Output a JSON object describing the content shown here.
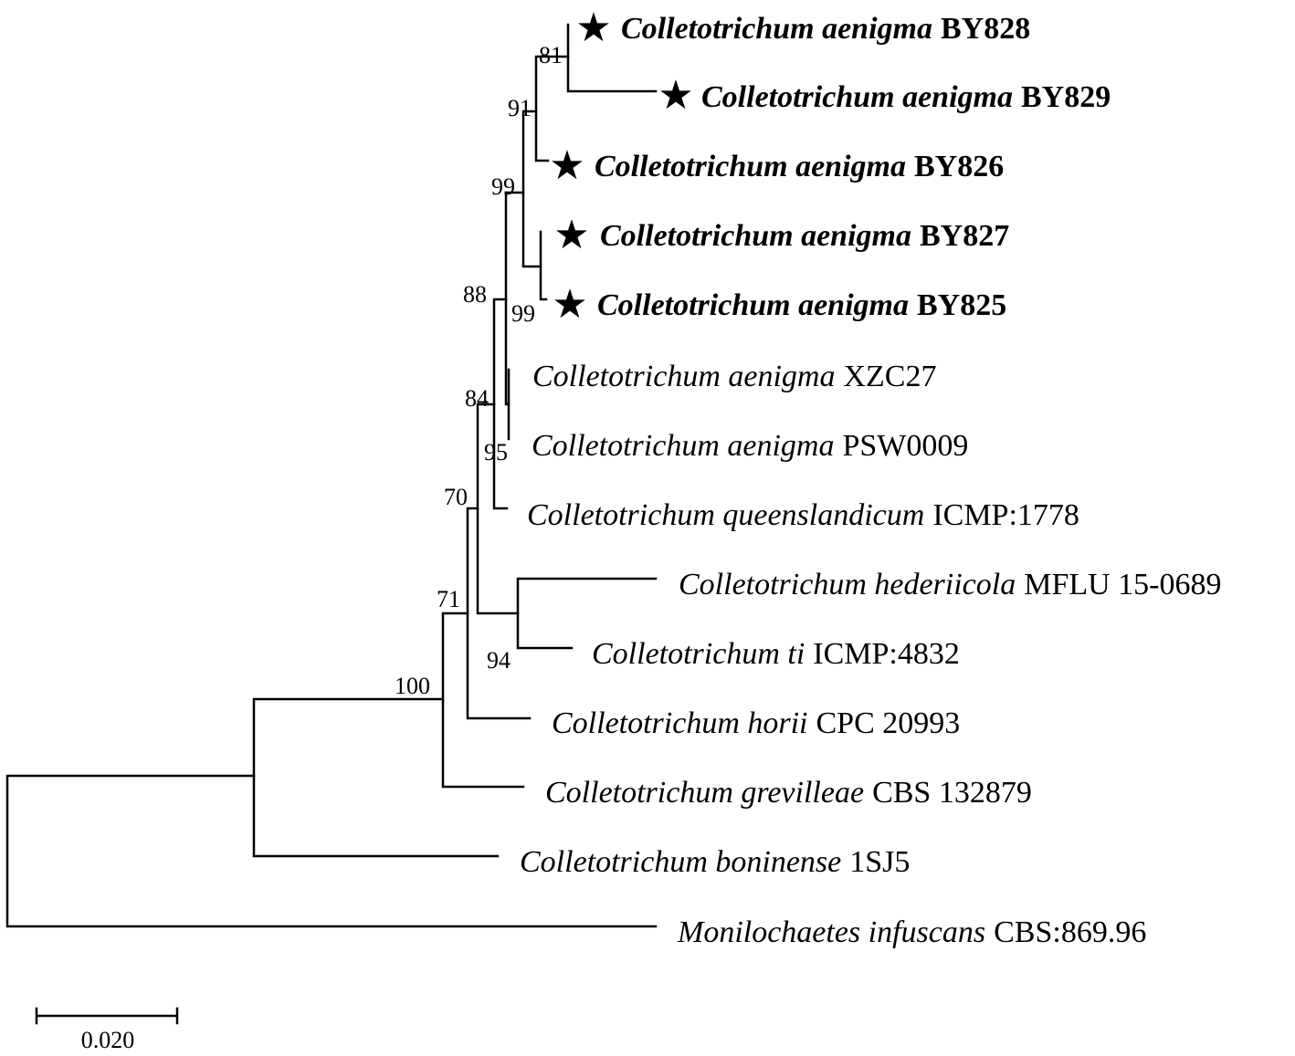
{
  "tree": {
    "taxa": [
      {
        "id": "t1",
        "species": "Colletotrichum aenigma",
        "strain": "BY828",
        "highlight": true
      },
      {
        "id": "t2",
        "species": "Colletotrichum aenigma",
        "strain": "BY829",
        "highlight": true
      },
      {
        "id": "t3",
        "species": "Colletotrichum aenigma",
        "strain": "BY826",
        "highlight": true
      },
      {
        "id": "t4",
        "species": "Colletotrichum aenigma",
        "strain": "BY827",
        "highlight": true
      },
      {
        "id": "t5",
        "species": "Colletotrichum aenigma",
        "strain": "BY825",
        "highlight": true
      },
      {
        "id": "t6",
        "species": "Colletotrichum aenigma",
        "strain": "XZC27",
        "highlight": false
      },
      {
        "id": "t7",
        "species": "Colletotrichum aenigma",
        "strain": "PSW0009",
        "highlight": false
      },
      {
        "id": "t8",
        "species": "Colletotrichum queenslandicum",
        "strain": "ICMP:1778",
        "highlight": false
      },
      {
        "id": "t9",
        "species": "Colletotrichum hederiicola",
        "strain": "MFLU 15-0689",
        "highlight": false
      },
      {
        "id": "t10",
        "species": "Colletotrichum ti",
        "strain": "ICMP:4832",
        "highlight": false
      },
      {
        "id": "t11",
        "species": "Colletotrichum horii",
        "strain": "CPC 20993",
        "highlight": false
      },
      {
        "id": "t12",
        "species": "Colletotrichum grevilleae",
        "strain": "CBS 132879",
        "highlight": false
      },
      {
        "id": "t13",
        "species": "Colletotrichum boninense",
        "strain": "1SJ5",
        "highlight": false
      },
      {
        "id": "t14",
        "species": "Monilochaetes infuscans",
        "strain": "CBS:869.96",
        "highlight": false
      }
    ],
    "support_values": [
      "81",
      "91",
      "99",
      "99",
      "88",
      "84",
      "95",
      "70",
      "71",
      "94",
      "100"
    ],
    "highlight_marker": "★",
    "scale_bar_label": "0.020",
    "colors": {
      "line": "#000000",
      "text": "#000000",
      "background": "#ffffff"
    }
  }
}
